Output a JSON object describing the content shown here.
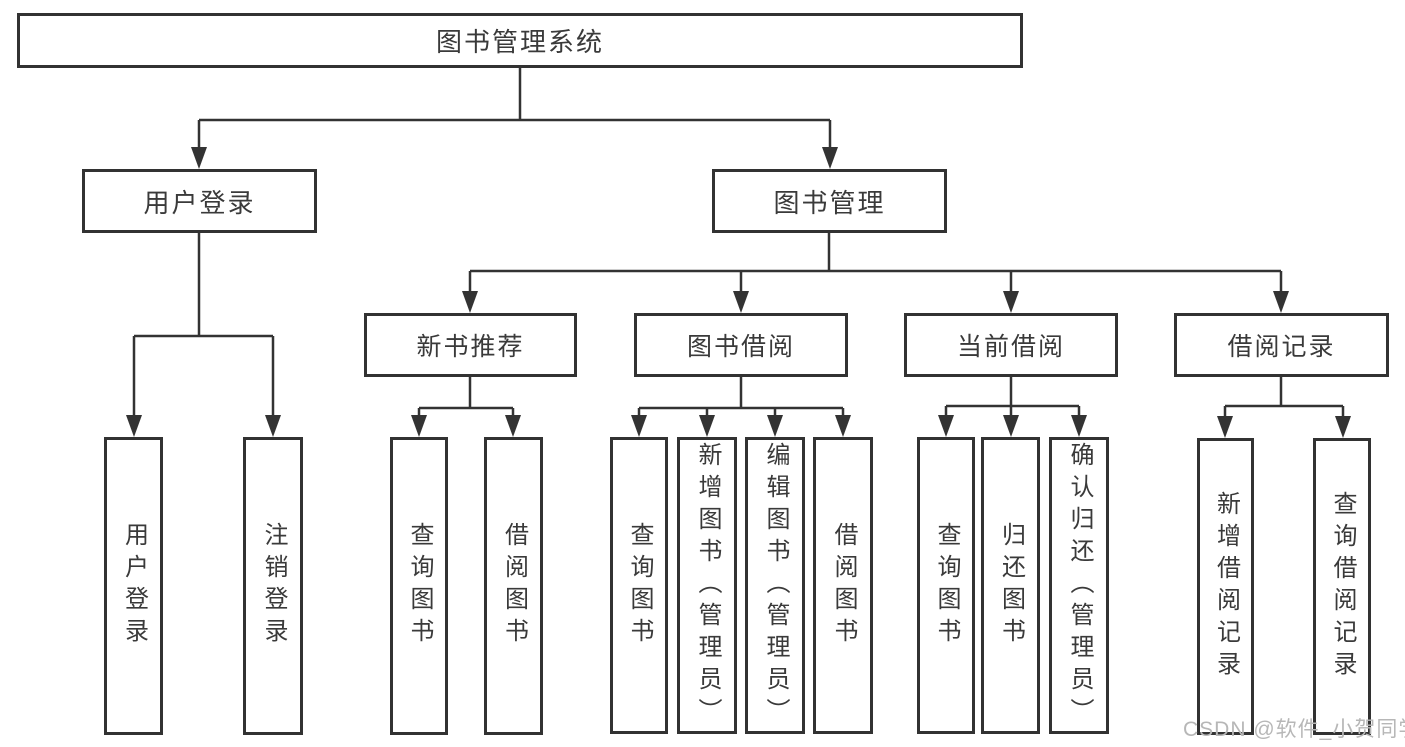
{
  "diagram": {
    "title": "图书管理系统",
    "type": "function-structure-tree",
    "colors": {
      "line": "#333333",
      "box_border": "#323232",
      "text": "#3a3a3a",
      "background": "#ffffff",
      "watermark": "#b7b7b7"
    },
    "watermark": "CSDN @软件_小贺同学",
    "nodes": {
      "root": {
        "label": "图书管理系统"
      },
      "userLogin": {
        "label": "用户登录"
      },
      "bookManagement": {
        "label": "图书管理"
      },
      "newBookRecommend": {
        "label": "新书推荐"
      },
      "bookBorrow": {
        "label": "图书借阅"
      },
      "currentBorrow": {
        "label": "当前借阅"
      },
      "borrowRecords": {
        "label": "借阅记录"
      },
      "leafUserLogin": {
        "label": "用户登录"
      },
      "leafLogout": {
        "label": "注销登录"
      },
      "leafQueryBooksRec": {
        "label": "查询图书"
      },
      "leafBorrowBooksRec": {
        "label": "借阅图书"
      },
      "leafQueryBooksBorrow": {
        "label": "查询图书"
      },
      "leafAddBooksAdmin": {
        "label": "新增图书（管理员）"
      },
      "leafEditBooksAdmin": {
        "label": "编辑图书（管理员）"
      },
      "leafBorrowBooksBorrow": {
        "label": "借阅图书"
      },
      "leafQueryBooksCurrent": {
        "label": "查询图书"
      },
      "leafReturnBooks": {
        "label": "归还图书"
      },
      "leafConfirmReturnAdmin": {
        "label": "确认归还（管理员）"
      },
      "leafAddBorrowRecord": {
        "label": "新增借阅记录"
      },
      "leafQueryBorrowRecord": {
        "label": "查询借阅记录"
      }
    },
    "edges": [
      [
        "root",
        "userLogin"
      ],
      [
        "root",
        "bookManagement"
      ],
      [
        "userLogin",
        "leafUserLogin"
      ],
      [
        "userLogin",
        "leafLogout"
      ],
      [
        "bookManagement",
        "newBookRecommend"
      ],
      [
        "bookManagement",
        "bookBorrow"
      ],
      [
        "bookManagement",
        "currentBorrow"
      ],
      [
        "bookManagement",
        "borrowRecords"
      ],
      [
        "newBookRecommend",
        "leafQueryBooksRec"
      ],
      [
        "newBookRecommend",
        "leafBorrowBooksRec"
      ],
      [
        "bookBorrow",
        "leafQueryBooksBorrow"
      ],
      [
        "bookBorrow",
        "leafAddBooksAdmin"
      ],
      [
        "bookBorrow",
        "leafEditBooksAdmin"
      ],
      [
        "bookBorrow",
        "leafBorrowBooksBorrow"
      ],
      [
        "currentBorrow",
        "leafQueryBooksCurrent"
      ],
      [
        "currentBorrow",
        "leafReturnBooks"
      ],
      [
        "currentBorrow",
        "leafConfirmReturnAdmin"
      ],
      [
        "borrowRecords",
        "leafAddBorrowRecord"
      ],
      [
        "borrowRecords",
        "leafQueryBorrowRecord"
      ]
    ]
  }
}
